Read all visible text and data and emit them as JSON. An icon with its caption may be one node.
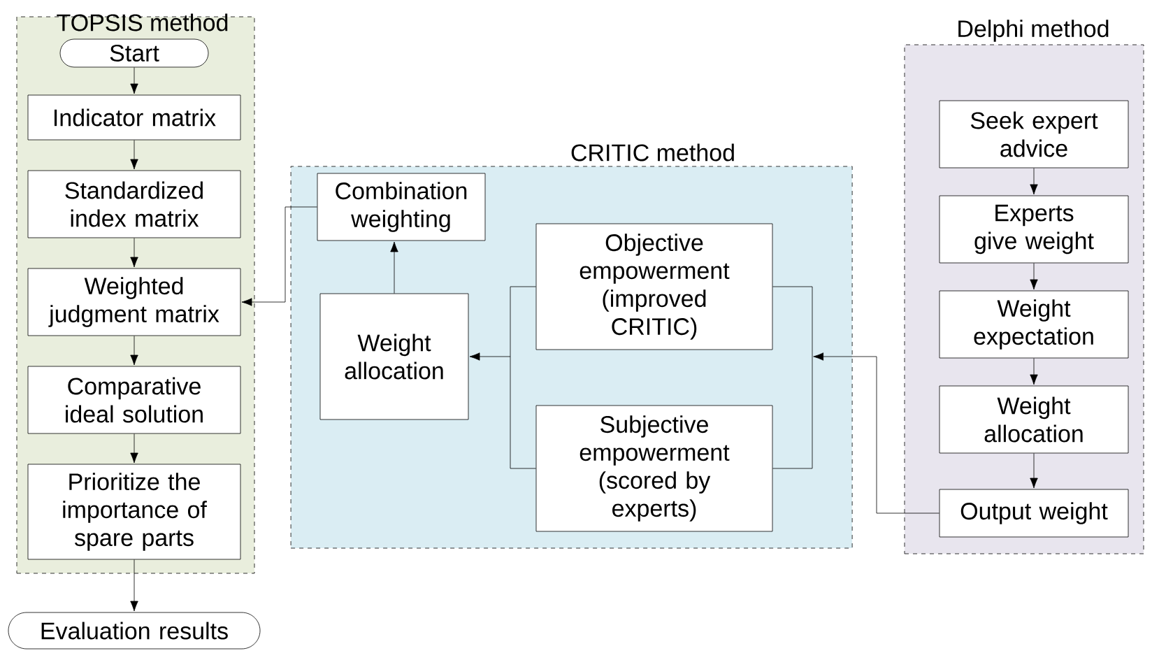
{
  "diagram": {
    "nodes": [
      {
        "text": [
          "TOPSIS method"
        ]
      },
      {
        "text": [
          "Start"
        ],
        "in": 0
      },
      {
        "text": [
          "Indicator matrix"
        ],
        "in": 0
      },
      {
        "text": [
          "Standardized index matrix"
        ],
        "in": 0
      },
      {
        "text": [
          "Weighted judgment matrix"
        ],
        "in": 0
      },
      {
        "text": [
          "Comparative ideal solution"
        ],
        "in": 0
      },
      {
        "text": [
          "Prioritize the importance of spare parts"
        ],
        "in": 0
      },
      {
        "text": [
          "Evaluation results"
        ]
      },
      {
        "text": [
          "CRITIC method"
        ]
      },
      {
        "text": [
          "Combination weighting"
        ],
        "in": 8
      },
      {
        "text": [
          "Weight allocation"
        ],
        "in": 8
      },
      {
        "text": [
          "Objective empowerment (improved CRITIC)"
        ],
        "in": 8
      },
      {
        "text": [
          "Subjective empowerment (scored by experts)"
        ],
        "in": 8
      },
      {
        "text": [
          "Delphi method"
        ]
      },
      {
        "text": [
          "Seek expert advice"
        ],
        "in": 13
      },
      {
        "text": [
          "Experts give weight"
        ],
        "in": 13
      },
      {
        "text": [
          "Weight expectation"
        ],
        "in": 13
      },
      {
        "text": [
          "Weight allocation"
        ],
        "in": 13
      },
      {
        "text": [
          "Output weight"
        ],
        "in": 13
      }
    ],
    "edges": [
      {
        "from": 1,
        "to": 2,
        "arrow": "to"
      },
      {
        "from": 2,
        "to": 3,
        "arrow": "to"
      },
      {
        "from": 3,
        "to": 4,
        "arrow": "to"
      },
      {
        "from": 4,
        "to": 5,
        "arrow": "to"
      },
      {
        "from": 5,
        "to": 6,
        "arrow": "to"
      },
      {
        "from": 6,
        "to": 7,
        "arrow": "to"
      },
      {
        "from": 9,
        "to": 4,
        "arrow": "to"
      },
      {
        "from": 10,
        "to": 9,
        "arrow": "to"
      },
      {
        "from": 11,
        "to": 10,
        "arrow": "to"
      },
      {
        "from": 12,
        "to": 10,
        "arrow": "to"
      },
      {
        "from": 14,
        "to": 15,
        "arrow": "to"
      },
      {
        "from": 15,
        "to": 16,
        "arrow": "to"
      },
      {
        "from": 16,
        "to": 17,
        "arrow": "to"
      },
      {
        "from": 17,
        "to": 18,
        "arrow": "to"
      },
      {
        "from": 18,
        "to": null,
        "arrow": "to"
      },
      {
        "from": 11,
        "to": 12,
        "arrow": "none"
      }
    ]
  }
}
